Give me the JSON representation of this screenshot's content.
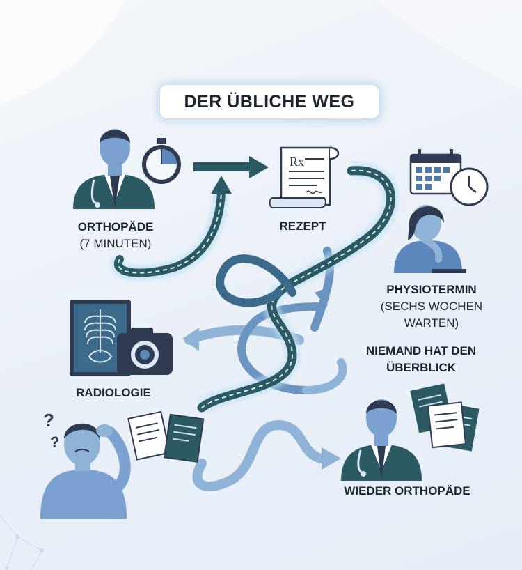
{
  "title": "DER ÜBLICHE WEG",
  "steps": {
    "orthopaede": {
      "label": "ORTHOPÄDE",
      "sub": "(7 MINUTEN)"
    },
    "rezept": {
      "label": "REZEPT",
      "rx": "Rx"
    },
    "physio": {
      "label": "PHYSIOTERMIN",
      "sub_line1": "(SECHS WOCHEN",
      "sub_line2": "WARTEN)"
    },
    "radiologie": {
      "label": "RADIOLOGIE"
    },
    "wieder": {
      "label": "WIEDER ORTHOPÄDE"
    }
  },
  "callout": {
    "line1": "NIEMAND HAT DEN",
    "line2": "ÜBERBLICK"
  },
  "patient": {
    "question_marks": [
      "?",
      "?"
    ]
  },
  "colors": {
    "dark_teal": "#2c5a63",
    "mid_blue": "#6a95c0",
    "light_blue": "#8fb3d6",
    "navy": "#2e3b52",
    "accent": "#5b87bd"
  }
}
